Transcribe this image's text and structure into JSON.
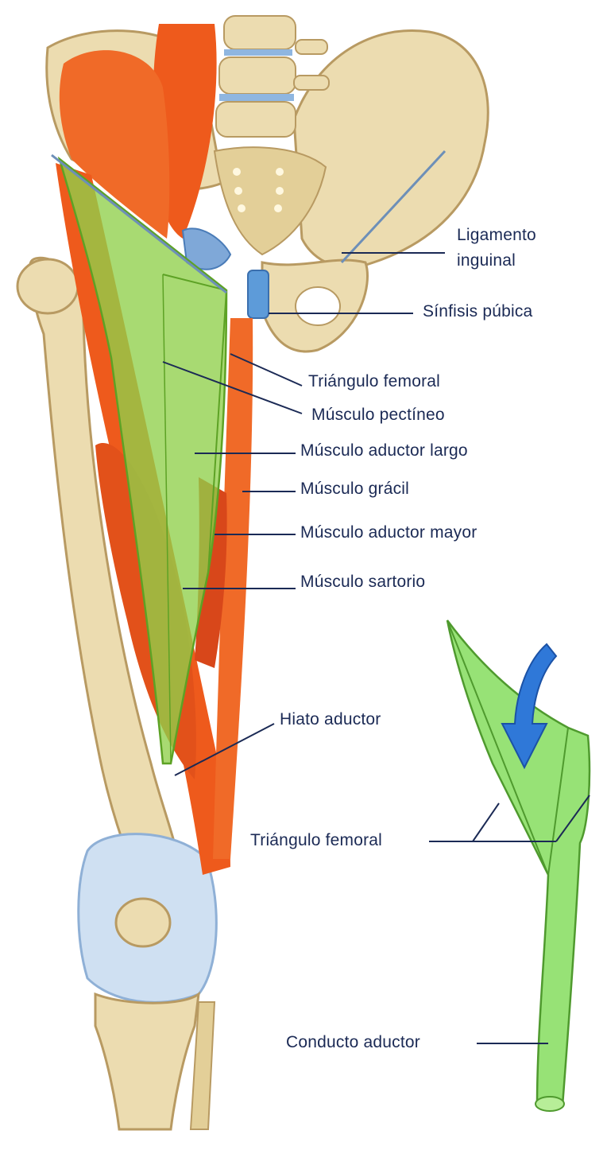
{
  "labels": {
    "ligamento_inguinal_1": "Ligamento",
    "ligamento_inguinal_2": "inguinal",
    "sinfisis_pubica": "Sínfisis púbica",
    "triangulo_femoral": "Triángulo femoral",
    "musculo_pectineo": "Músculo pectíneo",
    "musculo_aductor_largo": "Músculo aductor largo",
    "musculo_gracil": "Músculo grácil",
    "musculo_aductor_mayor": "Músculo aductor mayor",
    "musculo_sartorio": "Músculo sartorio",
    "hiato_aductor": "Hiato aductor",
    "triangulo_femoral_inset": "Triángulo femoral",
    "conducto_aductor": "Conducto aductor"
  },
  "colors": {
    "bone": "#ecdcb0",
    "bone_shadow": "#c9b07a",
    "muscle": "#ee5a1c",
    "muscle_dark": "#c8400f",
    "triangle_green": "#8fcf4a",
    "inset_green": "#8ee06a",
    "arrow_blue": "#2f78d8",
    "ligament_blue": "#9fc2e6",
    "label_navy": "#1b2a55"
  }
}
